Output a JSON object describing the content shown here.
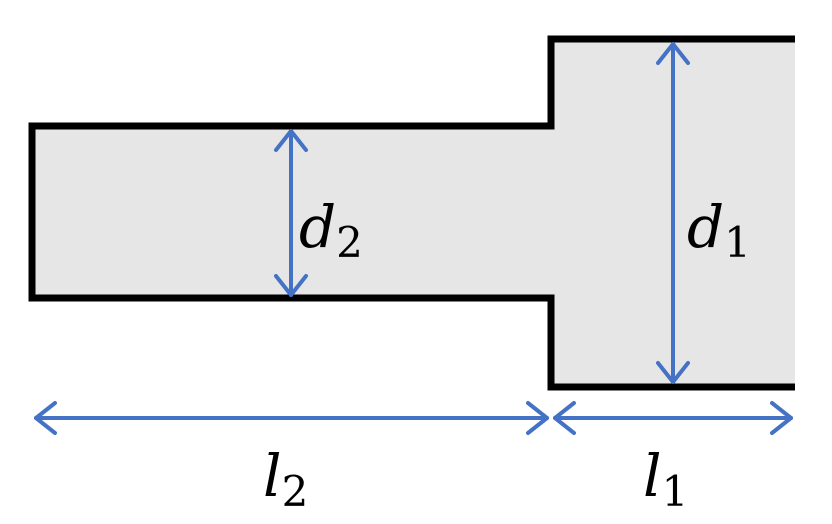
{
  "diagram": {
    "labels": {
      "d2": {
        "main": "d",
        "sub": "2"
      },
      "d1": {
        "main": "d",
        "sub": "1"
      },
      "l2": {
        "main": "l",
        "sub": "2"
      },
      "l1": {
        "main": "l",
        "sub": "1"
      }
    },
    "colors": {
      "fill": "#e6e6e6",
      "outline": "#000000",
      "arrow": "#4472c4"
    }
  }
}
